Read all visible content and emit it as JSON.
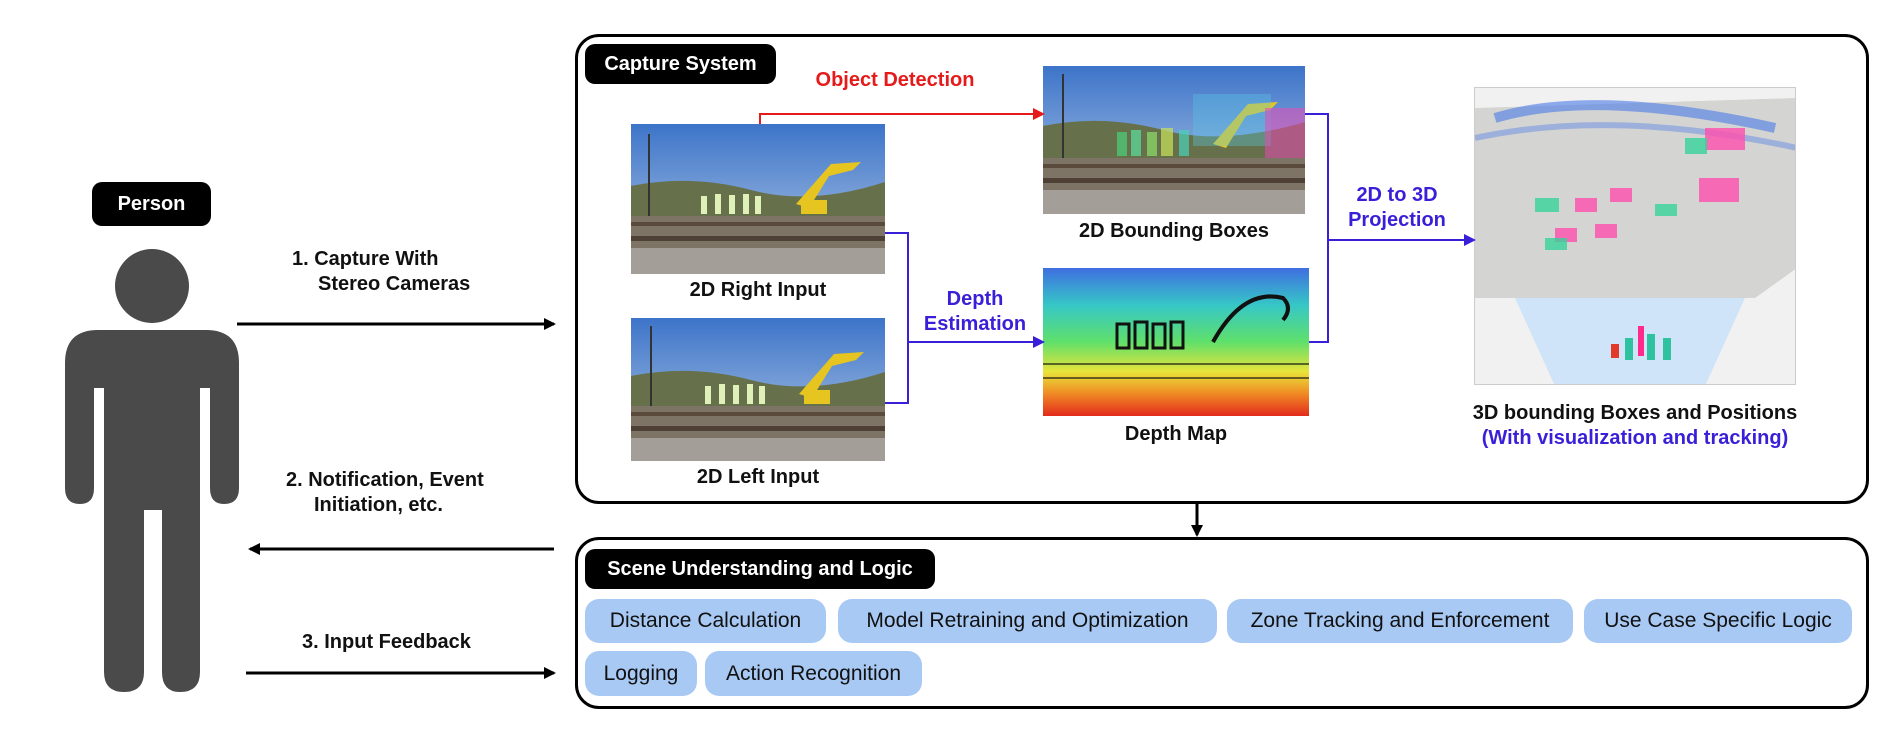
{
  "person": {
    "label": "Person"
  },
  "steps": {
    "capture": [
      "1. Capture With",
      "Stereo Cameras"
    ],
    "notification": [
      "2. Notification, Event",
      "Initiation, etc."
    ],
    "feedback": "3. Input Feedback"
  },
  "capture_system": {
    "title": "Capture System",
    "object_detection": "Object Detection",
    "depth_estimation": [
      "Depth",
      "Estimation"
    ],
    "projection": [
      "2D to 3D",
      "Projection"
    ],
    "right_input": "2D Right Input",
    "left_input": "2D Left Input",
    "bounding_boxes": "2D Bounding Boxes",
    "depth_map": "Depth Map",
    "result_title": "3D bounding Boxes and Positions",
    "result_subtitle": "(With visualization and tracking)"
  },
  "scene": {
    "title": "Scene Understanding and Logic",
    "chips": [
      "Distance Calculation",
      "Model Retraining and Optimization",
      "Zone Tracking and Enforcement",
      "Use Case Specific Logic",
      "Logging",
      "Action Recognition"
    ]
  },
  "colors": {
    "red_arrow": "#e51a1a",
    "blue_arrow": "#3a1fd8",
    "chip_bg": "#a9c9f5",
    "person": "#4a4a4a"
  }
}
